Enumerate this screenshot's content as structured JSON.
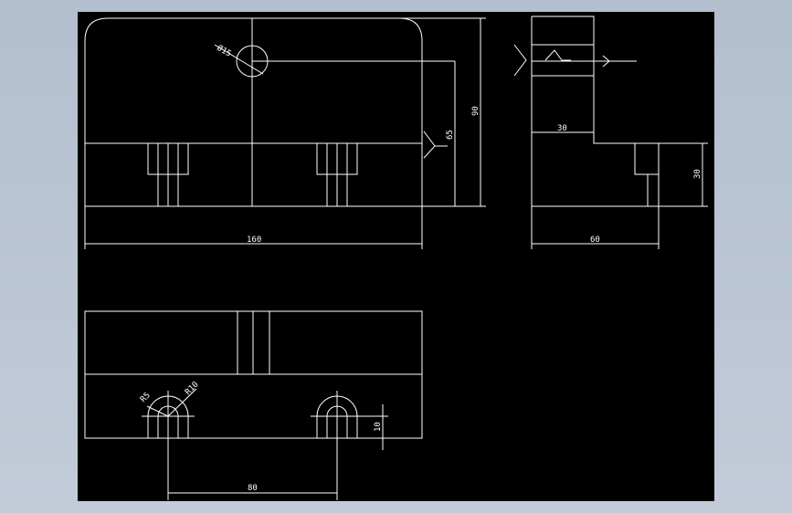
{
  "colors": {
    "background": "#b9c3d2",
    "viewport": "#000000",
    "lines": "#ffffff"
  },
  "dimensions": {
    "hole_diameter": "Ø15",
    "front_width": "160",
    "front_height_total": "90",
    "front_hole_height": "65",
    "side_step_width": "30",
    "side_total_width": "60",
    "side_step_height": "30",
    "top_slot_outer_radius": "R10",
    "top_slot_inner_radius": "R5",
    "top_slot_spacing": "80",
    "top_slot_depth": "10"
  }
}
